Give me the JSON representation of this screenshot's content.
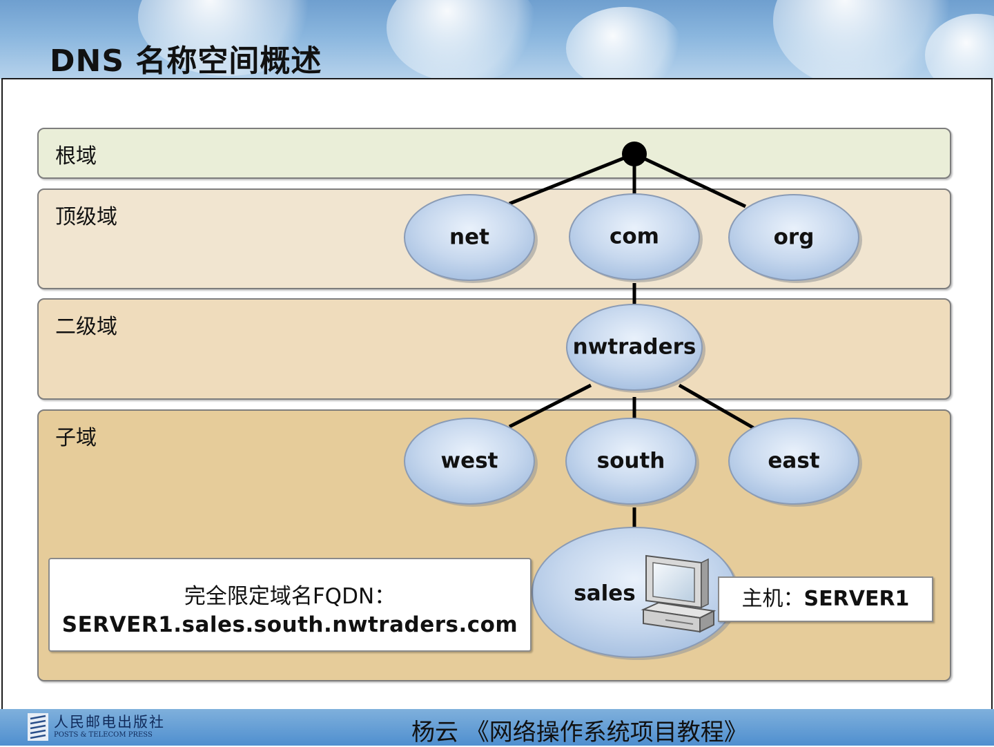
{
  "header": {
    "title": "DNS 名称空间概述"
  },
  "bands": {
    "root": "根域",
    "tld": "顶级域",
    "sld": "二级域",
    "sub": "子域"
  },
  "nodes": {
    "net": "net",
    "com": "com",
    "org": "org",
    "nwtraders": "nwtraders",
    "west": "west",
    "south": "south",
    "east": "east",
    "sales": "sales"
  },
  "fqdn": {
    "label": "完全限定域名FQDN：",
    "value": "SERVER1.sales.south.nwtraders.com"
  },
  "host": {
    "label": "主机：",
    "name": "SERVER1"
  },
  "footer": {
    "publisher_cn": "人民邮电出版社",
    "publisher_en": "POSTS & TELECOM PRESS",
    "course": "杨云 《网络操作系统项目教程》"
  },
  "icons": [
    "computer-icon",
    "publisher-logo-icon"
  ]
}
